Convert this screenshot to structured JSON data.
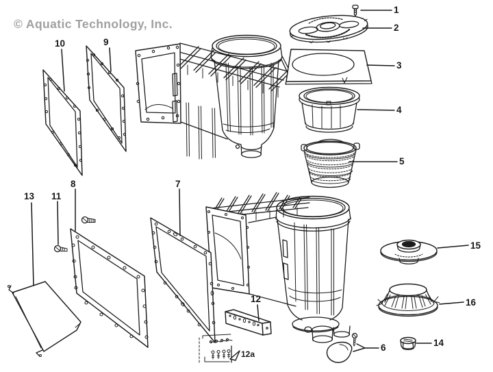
{
  "watermark": "© Aquatic Technology, Inc.",
  "callouts": {
    "c1": "1",
    "c2": "2",
    "c3": "3",
    "c4": "4",
    "c5": "5",
    "c6": "6",
    "c7": "7",
    "c8": "8",
    "c9": "9",
    "c10": "10",
    "c11": "11",
    "c12": "12",
    "c12a": "12a",
    "c13": "13",
    "c14": "14",
    "c15": "15",
    "c16": "16"
  },
  "colors": {
    "line_art": "#1c1c1c",
    "watermark_gray": "#a0a0a0",
    "background": "#ffffff"
  }
}
